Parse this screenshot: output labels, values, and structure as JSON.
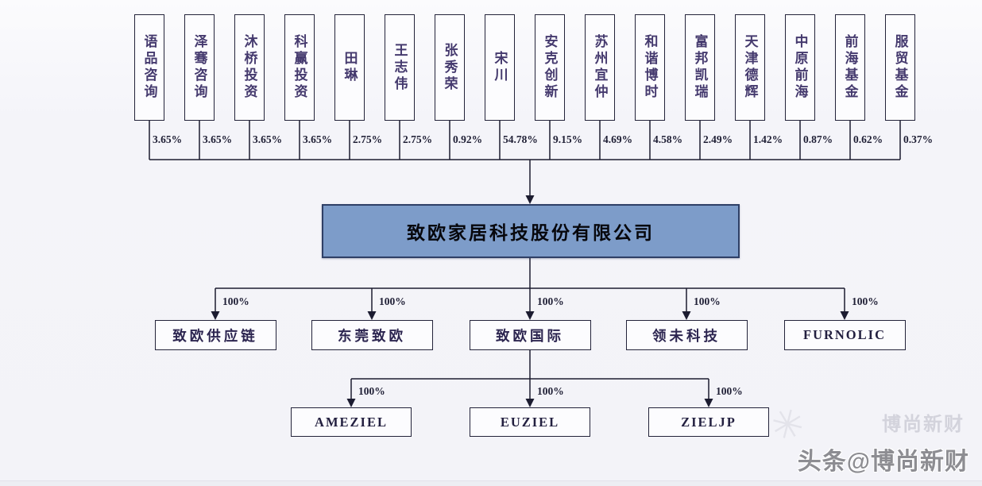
{
  "diagram": {
    "company": {
      "name": "致欧家居科技股份有限公司",
      "fill_color": "#7d9cc9",
      "border_color": "#2e3f66"
    },
    "shareholders": [
      {
        "name": "语品咨询",
        "pct": "3.65%"
      },
      {
        "name": "泽骞咨询",
        "pct": "3.65%"
      },
      {
        "name": "沐桥投资",
        "pct": "3.65%"
      },
      {
        "name": "科赢投资",
        "pct": "3.65%"
      },
      {
        "name": "田琳",
        "pct": "2.75%"
      },
      {
        "name": "王志伟",
        "pct": "2.75%"
      },
      {
        "name": "张秀荣",
        "pct": "0.92%"
      },
      {
        "name": "宋川",
        "pct": "54.78%"
      },
      {
        "name": "安克创新",
        "pct": "9.15%"
      },
      {
        "name": "苏州宜仲",
        "pct": "4.69%"
      },
      {
        "name": "和谐博时",
        "pct": "4.58%"
      },
      {
        "name": "富邦凯瑞",
        "pct": "2.49%"
      },
      {
        "name": "天津德辉",
        "pct": "1.42%"
      },
      {
        "name": "中原前海",
        "pct": "0.87%"
      },
      {
        "name": "前海基金",
        "pct": "0.62%"
      },
      {
        "name": "服贸基金",
        "pct": "0.37%"
      }
    ],
    "subsidiaries": [
      {
        "name": "致欧供应链",
        "pct": "100%"
      },
      {
        "name": "东莞致欧",
        "pct": "100%"
      },
      {
        "name": "致欧国际",
        "pct": "100%"
      },
      {
        "name": "领未科技",
        "pct": "100%"
      },
      {
        "name": "FURNOLIC",
        "pct": "100%"
      }
    ],
    "international_subsidiaries": [
      {
        "name": "AMEZIEL",
        "pct": "100%"
      },
      {
        "name": "EUZIEL",
        "pct": "100%"
      },
      {
        "name": "ZIELJP",
        "pct": "100%"
      }
    ],
    "line_color": "#1c1c30"
  },
  "watermark": {
    "ghost_text": "博尚新财",
    "main_text": "头条@博尚新财",
    "logo_glyph": "✳"
  }
}
